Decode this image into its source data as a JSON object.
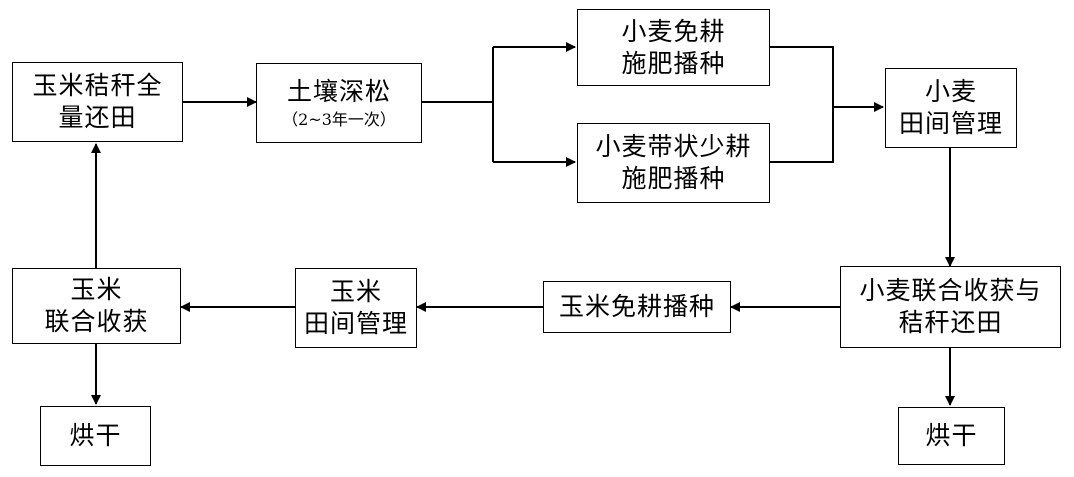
{
  "diagram": {
    "nodes": {
      "straw_return": {
        "lines": [
          "玉米秸秆全",
          "量还田"
        ]
      },
      "subsoiling": {
        "lines": [
          "土壤深松"
        ],
        "note": "（2~3年一次）"
      },
      "wheat_notill": {
        "lines": [
          "小麦免耕",
          "施肥播种"
        ]
      },
      "wheat_strip": {
        "lines": [
          "小麦带状少耕",
          "施肥播种"
        ]
      },
      "wheat_field_mgmt": {
        "lines": [
          "小麦",
          "田间管理"
        ]
      },
      "wheat_harvest": {
        "lines": [
          "小麦联合收获与",
          "秸秆还田"
        ]
      },
      "wheat_drying": {
        "lines": [
          "烘干"
        ]
      },
      "maize_notill": {
        "lines": [
          "玉米免耕播种"
        ]
      },
      "maize_field_mgmt": {
        "lines": [
          "玉米",
          "田间管理"
        ]
      },
      "maize_harvest": {
        "lines": [
          "玉米",
          "联合收获"
        ]
      },
      "maize_drying": {
        "lines": [
          "烘干"
        ]
      }
    },
    "colors": {
      "stroke": "#000000",
      "fill": "#ffffff"
    }
  }
}
